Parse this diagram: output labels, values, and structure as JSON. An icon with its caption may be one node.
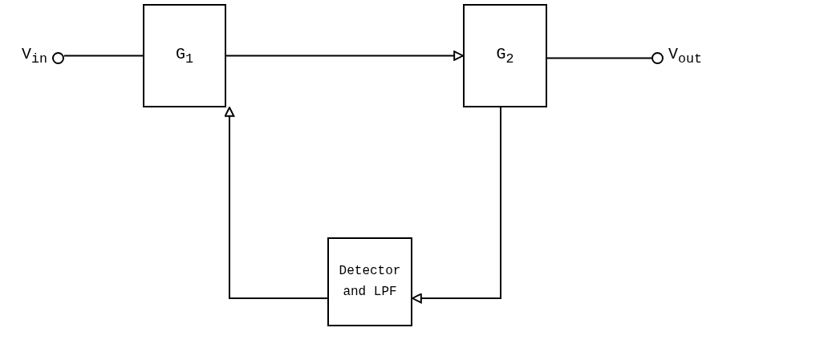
{
  "diagram": {
    "nodes": [
      {
        "text": [],
        "shape": "circle",
        "beside": [
          "V$_{in}$"
        ]
      },
      {
        "text": [
          "G$_{1}$"
        ]
      },
      {
        "text": [
          "G$_{2}$"
        ]
      },
      {
        "text": [],
        "shape": "circle",
        "beside": [
          "V$_{out}$"
        ]
      },
      {
        "text": [
          "Detector and LPF"
        ]
      }
    ],
    "edges": [
      {
        "from": 0,
        "to": 1,
        "arrow": "none"
      },
      {
        "from": 1,
        "to": 2,
        "arrow": "to"
      },
      {
        "from": 2,
        "to": 3,
        "arrow": "none"
      },
      {
        "from": 2,
        "to": 4,
        "arrow": "to"
      },
      {
        "from": 4,
        "to": 1,
        "arrow": "to"
      }
    ]
  }
}
